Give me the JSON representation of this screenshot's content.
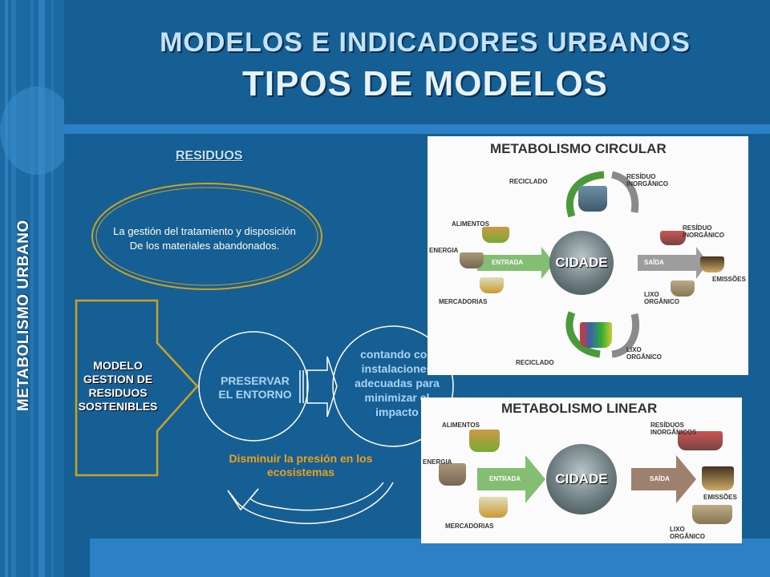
{
  "sidebar": {
    "vertical_title": "METABOLISMO URBANO"
  },
  "header": {
    "title": "MODELOS E INDICADORES URBANOS",
    "subtitle": "TIPOS DE MODELOS"
  },
  "section": {
    "heading": "RESIDUOS"
  },
  "definition": {
    "line1": "La gestión del tratamiento y disposición",
    "line2": "De los materiales abandonados."
  },
  "flow": {
    "modelo": [
      "MODELO",
      "GESTION DE",
      "RESIDUOS",
      "SOSTENIBLES"
    ],
    "preservar": [
      "PRESERVAR",
      "EL ENTORNO"
    ],
    "contando": [
      "contando con",
      "instalaciones",
      "adecuadas para",
      "minimizar el",
      "impacto"
    ],
    "disminuir": [
      "Disminuir la presión en los",
      "ecosistemas"
    ]
  },
  "circular_panel": {
    "title": "METABOLISMO CIRCULAR",
    "city": "CIDADE",
    "entrada": "ENTRADA",
    "saida": "SAÍDA",
    "labels": {
      "reciclado_top": "RECICLADO",
      "residuo_inorganico_top": [
        "RESÍDUO",
        "INORGÂNICO"
      ],
      "alimentos": "ALIMENTOS",
      "energia": "ENERGIA",
      "mercadorias": "MERCADORIAS",
      "residuo_inorganico_right": [
        "RESÍDUO",
        "INORGÂNICO"
      ],
      "emissoes": "EMISSÕES",
      "lixo_organico_right": [
        "LIXO",
        "ORGÂNICO"
      ],
      "reciclado_bottom": "RECICLADO",
      "lixo_organico_bottom": [
        "LIXO",
        "ORGÂNICO"
      ]
    }
  },
  "linear_panel": {
    "title": "METABOLISMO LINEAR",
    "city": "CIDADE",
    "entrada": "ENTRADA",
    "saida": "SAÍDA",
    "labels": {
      "alimentos": "ALIMENTOS",
      "energia": "ENERGIA",
      "mercadorias": "MERCADORIAS",
      "residuos_inorganicos": [
        "RESÍDUOS",
        "INORGÂNICOS"
      ],
      "emissoes": "EMISSÕES",
      "lixo_organico": [
        "LIXO",
        "ORGÂNICO"
      ]
    }
  },
  "colors": {
    "background": "#155f95",
    "accent_bar": "#2c80c6",
    "orange_text": "#f0a018",
    "gold_outline": "#c9a227"
  }
}
